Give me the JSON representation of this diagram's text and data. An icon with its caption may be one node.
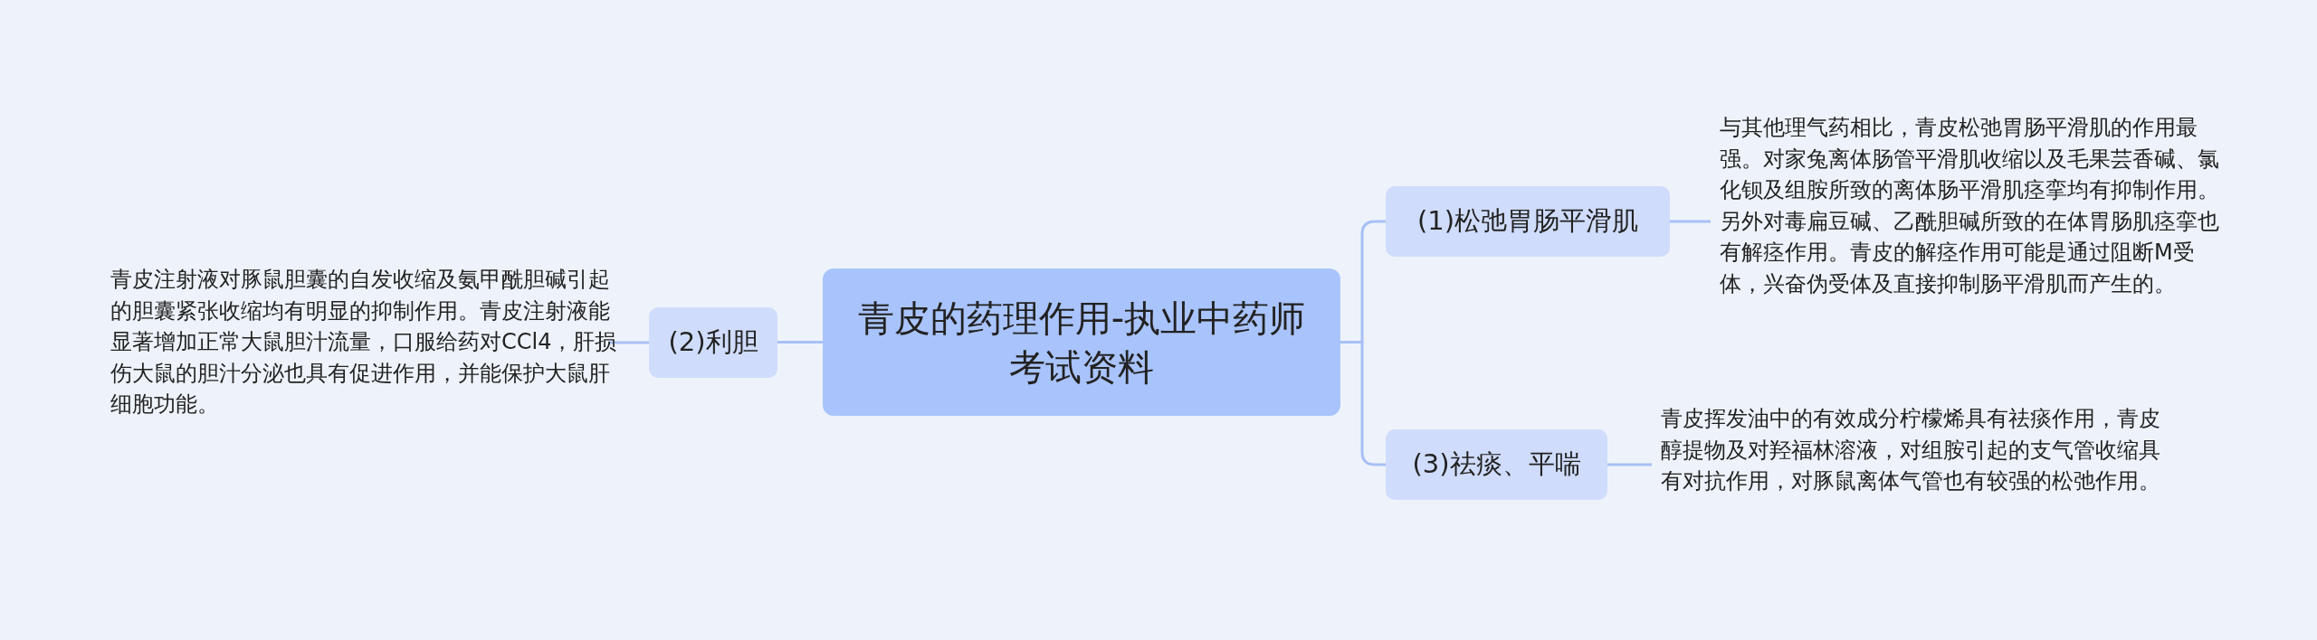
{
  "diagram": {
    "nodes": [
      {
        "text": [
          "青皮的药理作用-执业中药师考试资料"
        ]
      },
      {
        "text": [
          "(1)松弛胃肠平滑肌"
        ]
      },
      {
        "text": [
          "与其他理气药相比，青皮松弛胃肠平滑肌的作用最强。对家兔离体肠管平滑肌收缩以及毛果芸香碱、氯化钡及组胺所致的离体肠平滑肌痉挛均有抑制作用。另外对毒扁豆碱、乙酰胆碱所致的在体胃肠肌痉挛也有解痉作用。青皮的解痉作用可能是通过阻断M受体，兴奋伪受体及直接抑制肠平滑肌而产生的。"
        ]
      },
      {
        "text": [
          "(2)利胆"
        ]
      },
      {
        "text": [
          "青皮注射液对豚鼠胆囊的自发收缩及氨甲酰胆碱引起的胆囊紧张收缩均有明显的抑制作用。青皮注射液能显著增加正常大鼠胆汁流量，口服给药对CCl4，肝损伤大鼠的胆汁分泌也具有促进作用，并能保护大鼠肝细胞功能。"
        ]
      },
      {
        "text": [
          "(3)祛痰、平喘"
        ]
      },
      {
        "text": [
          "青皮挥发油中的有效成分柠檬烯具有祛痰作用，青皮醇提物及对羟福林溶液，对组胺引起的支气管收缩具有对抗作用，对豚鼠离体气管也有较强的松弛作用。"
        ]
      }
    ],
    "edges": [
      {
        "from": 0,
        "to": 1,
        "arrow": "none"
      },
      {
        "from": 1,
        "to": 2,
        "arrow": "none"
      },
      {
        "from": 0,
        "to": 3,
        "arrow": "none"
      },
      {
        "from": 3,
        "to": 4,
        "arrow": "none"
      },
      {
        "from": 0,
        "to": 5,
        "arrow": "none"
      },
      {
        "from": 5,
        "to": 6,
        "arrow": "none"
      }
    ]
  }
}
